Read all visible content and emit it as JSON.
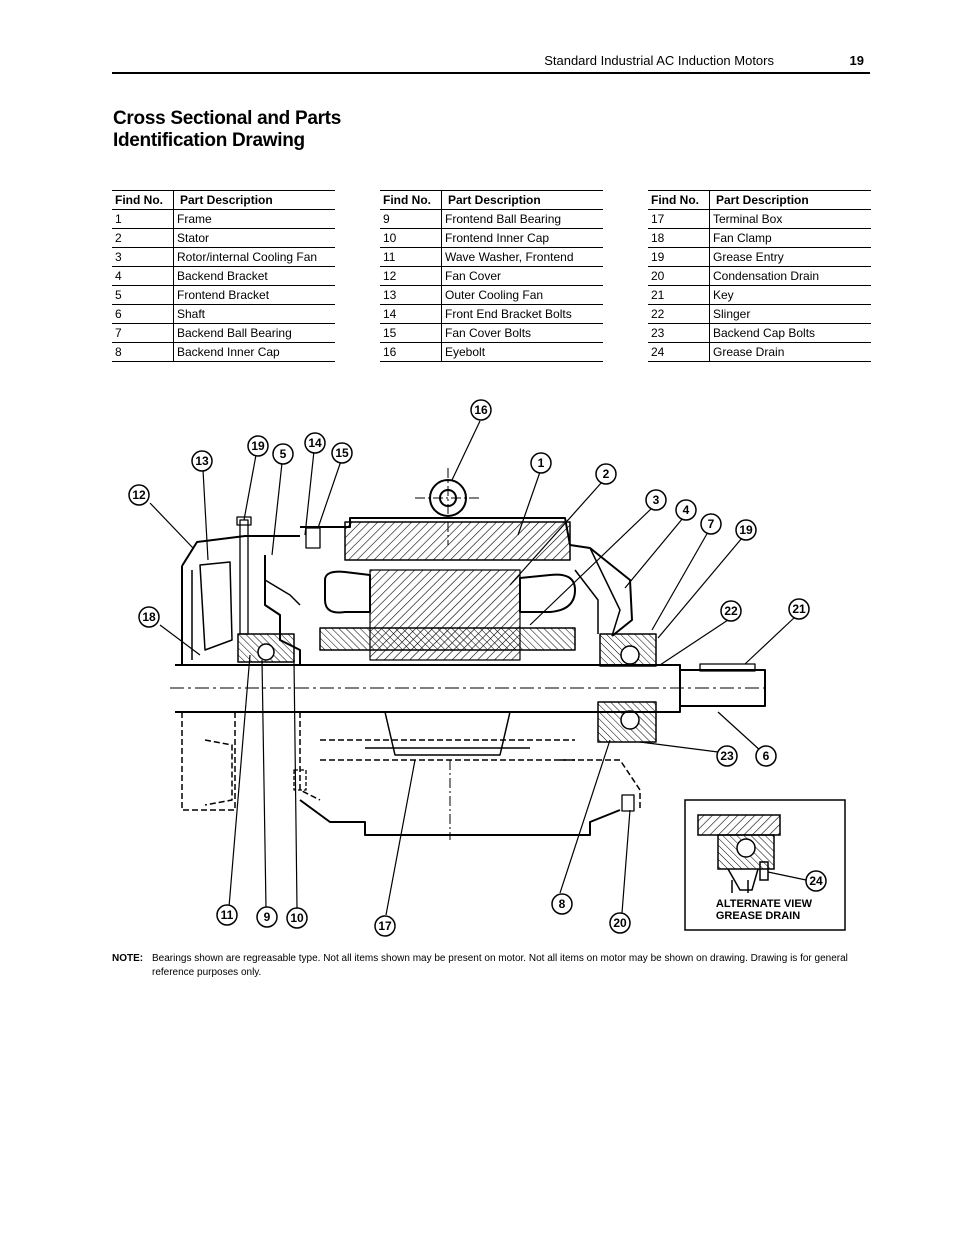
{
  "header": {
    "running_title": "Standard Industrial AC Induction Motors",
    "page_number": "19"
  },
  "title": {
    "line1": "Cross Sectional and Parts",
    "line2": "Identification Drawing"
  },
  "table_headers": {
    "find_no": "Find No.",
    "part_description": "Part Description"
  },
  "parts": [
    {
      "no": "1",
      "desc": "Frame"
    },
    {
      "no": "2",
      "desc": "Stator"
    },
    {
      "no": "3",
      "desc": "Rotor/internal Cooling Fan"
    },
    {
      "no": "4",
      "desc": "Backend Bracket"
    },
    {
      "no": "5",
      "desc": "Frontend Bracket"
    },
    {
      "no": "6",
      "desc": "Shaft"
    },
    {
      "no": "7",
      "desc": "Backend Ball Bearing"
    },
    {
      "no": "8",
      "desc": "Backend Inner Cap"
    },
    {
      "no": "9",
      "desc": "Frontend Ball Bearing"
    },
    {
      "no": "10",
      "desc": "Frontend Inner Cap"
    },
    {
      "no": "11",
      "desc": "Wave Washer, Frontend"
    },
    {
      "no": "12",
      "desc": "Fan Cover"
    },
    {
      "no": "13",
      "desc": "Outer Cooling Fan"
    },
    {
      "no": "14",
      "desc": "Front End Bracket Bolts"
    },
    {
      "no": "15",
      "desc": "Fan Cover Bolts"
    },
    {
      "no": "16",
      "desc": "Eyebolt"
    },
    {
      "no": "17",
      "desc": "Terminal Box"
    },
    {
      "no": "18",
      "desc": "Fan Clamp"
    },
    {
      "no": "19",
      "desc": "Grease Entry"
    },
    {
      "no": "20",
      "desc": "Condensation Drain"
    },
    {
      "no": "21",
      "desc": "Key"
    },
    {
      "no": "22",
      "desc": "Slinger"
    },
    {
      "no": "23",
      "desc": "Backend Cap Bolts"
    },
    {
      "no": "24",
      "desc": "Grease Drain"
    }
  ],
  "drawing": {
    "callouts": [
      "16",
      "19",
      "5",
      "14",
      "15",
      "13",
      "1",
      "2",
      "12",
      "3",
      "4",
      "7",
      "19",
      "18",
      "22",
      "21",
      "23",
      "6",
      "24",
      "11",
      "9",
      "10",
      "17",
      "8",
      "20"
    ],
    "inset_label_line1": "ALTERNATE VIEW",
    "inset_label_line2": "GREASE DRAIN"
  },
  "note": {
    "label": "NOTE:",
    "text": "Bearings shown are regreasable type. Not all items shown may be present on motor. Not all items on motor may be shown on drawing. Drawing is for general reference purposes only."
  }
}
